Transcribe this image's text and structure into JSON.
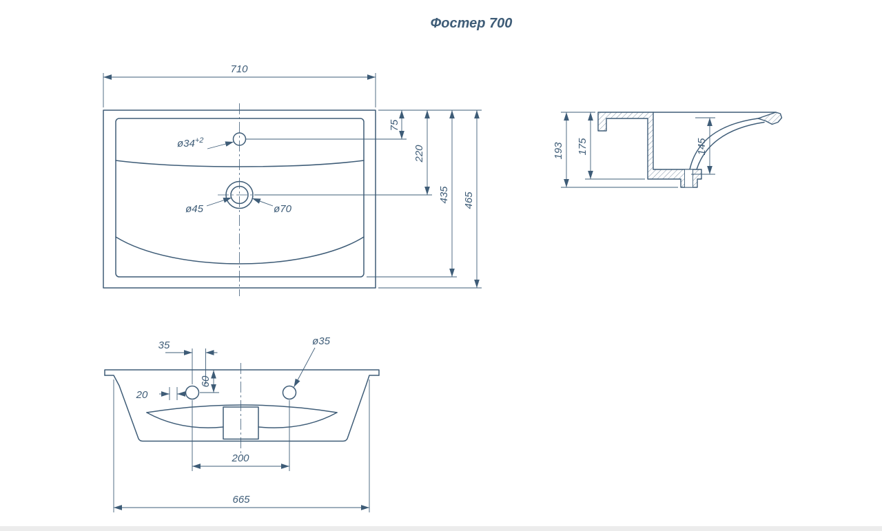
{
  "title": "Фостер 700",
  "colors": {
    "ink": "#3e5c77",
    "background": "#ffffff"
  },
  "top_view": {
    "dims": {
      "width": "710",
      "faucet_offset": "75",
      "drain_offset": "220",
      "inner_depth": "435",
      "depth": "465",
      "faucet_hole_dia": "ø34",
      "faucet_hole_tol": "+2",
      "drain_dia": "ø45",
      "drain_outer_dia": "ø70"
    }
  },
  "side_view": {
    "dims": {
      "height_total": "193",
      "height_body": "175",
      "bowl_depth": "145"
    }
  },
  "front_view": {
    "dims": {
      "hole_offset": "35",
      "hole_edge_gap": "20",
      "hole_top_offset": "60",
      "hole_dia": "ø35",
      "hole_spacing": "200",
      "bottom_width": "665"
    }
  }
}
